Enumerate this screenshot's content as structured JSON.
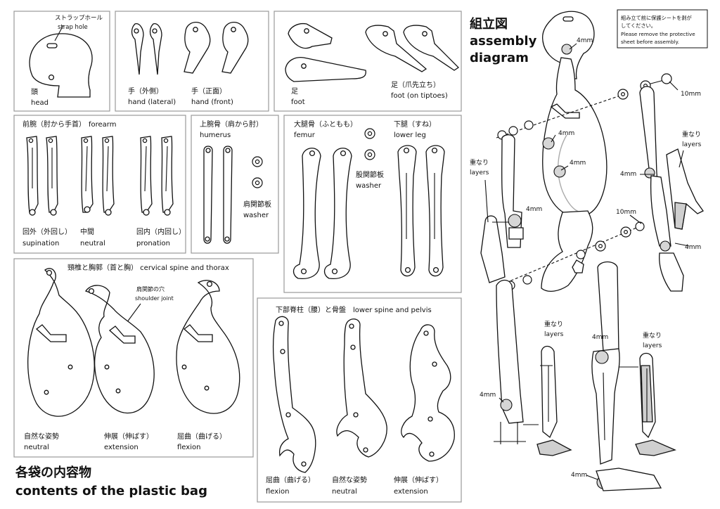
{
  "panels": {
    "head": {
      "label_jp": "頭",
      "label_en": "head",
      "note_jp": "ストラップホール",
      "note_en": "strap hole"
    },
    "hand": {
      "lateral_jp": "手（外側）",
      "lateral_en": "hand (lateral)",
      "front_jp": "手（正面）",
      "front_en": "hand (front)"
    },
    "foot": {
      "foot_jp": "足",
      "foot_en": "foot",
      "tiptoe_jp": "足（爪先立ち）",
      "tiptoe_en": "foot (on tiptoes)"
    },
    "forearm": {
      "title_jp": "前腕（肘から手首）",
      "title_en": "forearm",
      "items": [
        {
          "jp": "回外（外回し）",
          "en": "supination"
        },
        {
          "jp": "中間",
          "en": "neutral"
        },
        {
          "jp": "回内（内回し）",
          "en": "pronation"
        }
      ]
    },
    "humerus": {
      "title_jp": "上腕骨（肩から肘）",
      "title_en": "humerus",
      "washer_jp": "肩関節板",
      "washer_en": "washer"
    },
    "femur": {
      "title_jp": "大腿骨（ふともも）",
      "title_en": "femur",
      "washer_jp": "股関節板",
      "washer_en": "washer"
    },
    "lowerleg": {
      "title_jp": "下腿（すね）",
      "title_en": "lower leg"
    },
    "thorax": {
      "title": "頸椎と胸郭（首と胸） cervical spine and thorax",
      "joint_jp": "肩関節の穴",
      "joint_en": "shoulder joint",
      "items": [
        {
          "jp": "自然な姿勢",
          "en": "neutral"
        },
        {
          "jp": "伸展（伸ばす）",
          "en": "extension"
        },
        {
          "jp": "屈曲（曲げる）",
          "en": "flexion"
        }
      ]
    },
    "pelvis": {
      "title": "下部脊柱（腰）と骨盤　lower spine and pelvis",
      "items": [
        {
          "jp": "屈曲（曲げる）",
          "en": "flexion"
        },
        {
          "jp": "自然な姿勢",
          "en": "neutral"
        },
        {
          "jp": "伸展（伸ばす）",
          "en": "extension"
        }
      ]
    }
  },
  "bag": {
    "jp": "各袋の内容物",
    "en": "contents of the plastic bag"
  },
  "assembly": {
    "jp": "組立図",
    "en1": "assembly",
    "en2": "diagram"
  },
  "notice": {
    "line1": "組み立て前に保護シートを剥が",
    "line2": "してください。",
    "line3": "Please remove the protective",
    "line4": "sheet before assembly."
  },
  "callouts": {
    "mm4": "4mm",
    "mm10": "10mm",
    "layers_jp": "重なり",
    "layers_en": "layers"
  },
  "colors": {
    "line": "#111111",
    "panel_border": "#999999",
    "highlight_fill": "#cfcfcf"
  }
}
